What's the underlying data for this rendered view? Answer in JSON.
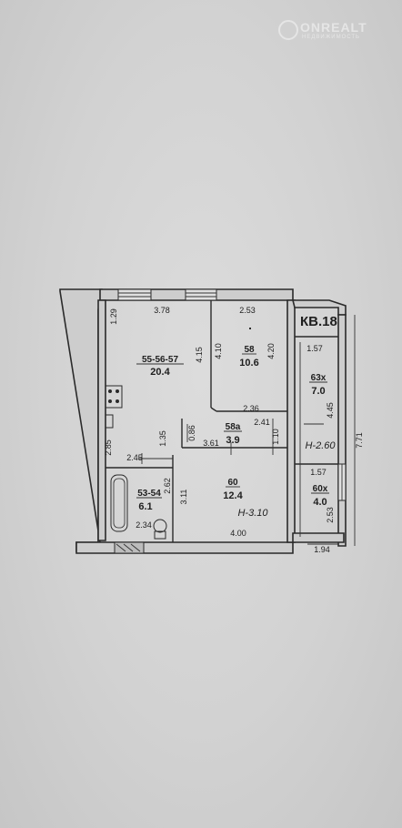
{
  "watermark": {
    "brand": "ONREALT",
    "sub": "НЕДВИЖИМОСТЬ"
  },
  "plan": {
    "apartment": "КВ.18",
    "rooms": [
      {
        "id": "55-56-57",
        "area": "20.4"
      },
      {
        "id": "58",
        "area": "10.6"
      },
      {
        "id": "63х",
        "area": "7.0"
      },
      {
        "id": "58а",
        "area": "3.9"
      },
      {
        "id": "53-54",
        "area": "6.1"
      },
      {
        "id": "60",
        "area": "12.4"
      },
      {
        "id": "60х",
        "area": "4.0"
      }
    ],
    "dimensions": [
      "3.78",
      "2.53",
      "1.29",
      "4.15",
      "4.10",
      "4.20",
      "1.57",
      "4.45",
      "7.71",
      "2.36",
      "2.41",
      "0.86",
      "1.35",
      "3.61",
      "1.10",
      "2.85",
      "2.45",
      "2.62",
      "3.11",
      "1.57",
      "2.53",
      "2.34",
      "4.00",
      "1.94"
    ],
    "heights": [
      "H-2.60",
      "H-3.10"
    ]
  }
}
